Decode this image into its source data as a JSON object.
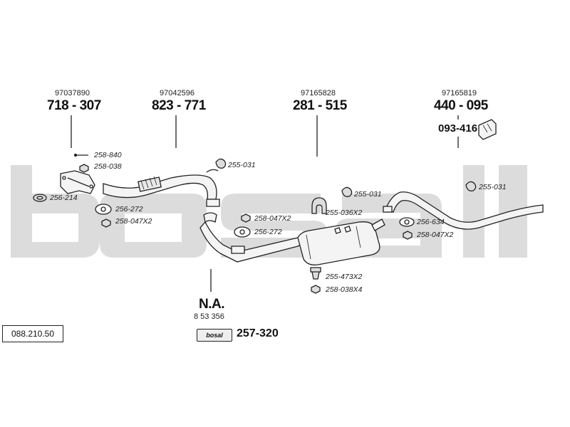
{
  "diagram_id": "088.210.50",
  "watermark_text": "bosal",
  "groups": [
    {
      "ref": "97037890",
      "code": "718 - 307"
    },
    {
      "ref": "97042596",
      "code": "823 - 771"
    },
    {
      "ref": "97165828",
      "code": "281 - 515"
    },
    {
      "ref": "97165819",
      "code": "440 - 095"
    }
  ],
  "secondary_code": "093-416",
  "na": {
    "label": "N.A.",
    "ref": "8 53 356"
  },
  "mounting_kit": {
    "badge": "bosal",
    "code": "257-320"
  },
  "parts": {
    "p1": "258-840",
    "p2": "258-038",
    "p3": "256-214",
    "p4": "256-272",
    "p5": "258-047X2",
    "p6": "255-031",
    "p7": "258-047X2",
    "p8": "256-272",
    "p9": "255-031",
    "p10": "255-036X2",
    "p11": "255-473X2",
    "p12": "258-038X4",
    "p13": "255-031",
    "p14": "256-634",
    "p15": "258-047X2"
  },
  "colors": {
    "line": "#222222",
    "watermark": "#d9d9d9",
    "pipe_fill": "#f4f4f4"
  }
}
